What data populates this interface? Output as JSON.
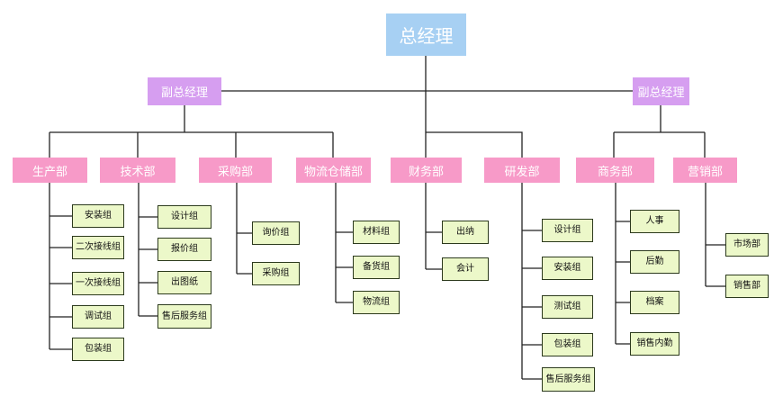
{
  "colors": {
    "root": "#a7d0f3",
    "vp": "#d69ef0",
    "dept": "#f79ac8",
    "leaf": "#ecf8c9",
    "line": "#222222"
  },
  "root": "总经理",
  "vps": [
    "副总经理",
    "副总经理"
  ],
  "departments": [
    {
      "name": "生产部",
      "groups": [
        "安装组",
        "二次接线组",
        "一次接线组",
        "调试组",
        "包装组"
      ]
    },
    {
      "name": "技术部",
      "groups": [
        "设计组",
        "报价组",
        "出图纸",
        "售后服务组"
      ]
    },
    {
      "name": "采购部",
      "groups": [
        "询价组",
        "采购组"
      ]
    },
    {
      "name": "物流仓储部",
      "groups": [
        "材料组",
        "备货组",
        "物流组"
      ]
    },
    {
      "name": "财务部",
      "groups": [
        "出纳",
        "会计"
      ]
    },
    {
      "name": "研发部",
      "groups": [
        "设计组",
        "安装组",
        "测试组",
        "包装组",
        "售后服务组"
      ]
    },
    {
      "name": "商务部",
      "groups": [
        "人事",
        "后勤",
        "档案",
        "销售内勤"
      ]
    },
    {
      "name": "营销部",
      "groups": [
        "市场部",
        "销售部"
      ]
    }
  ]
}
